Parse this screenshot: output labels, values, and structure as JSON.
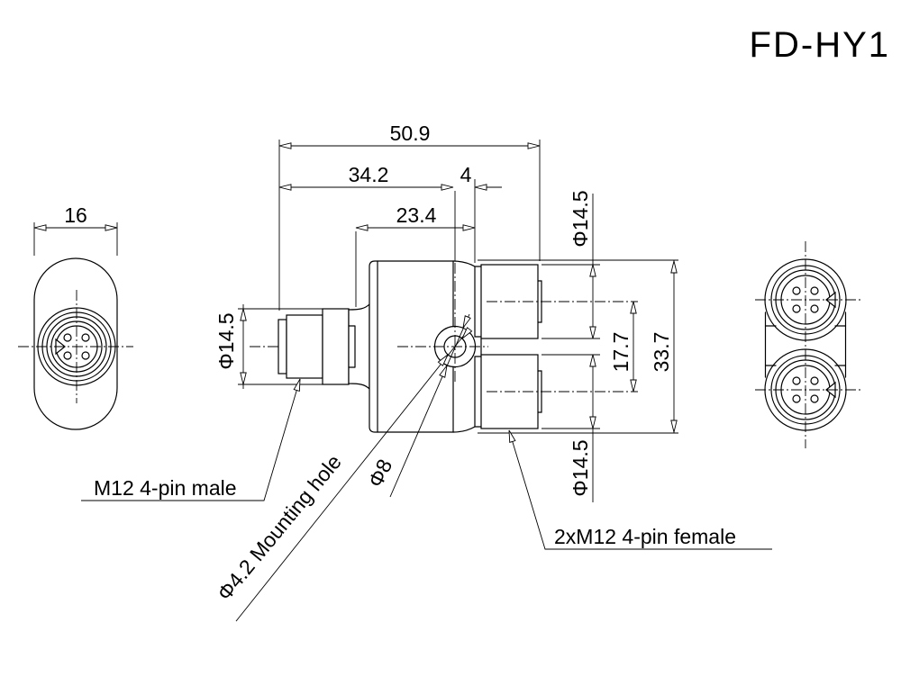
{
  "title": "FD-HY1",
  "dimensions": {
    "overall_length": "50.9",
    "body_length": "34.2",
    "neck_gap": "4",
    "front_to_ports": "23.4",
    "side_width": "16",
    "male_connector_dia": "Φ14.5",
    "female_port_dia_top": "Φ14.5",
    "female_port_dia_bottom": "Φ14.5",
    "port_center_spacing": "17.7",
    "body_height": "33.7"
  },
  "labels": {
    "male_connector": "M12 4-pin male",
    "mounting_hole": "Φ4.2 Mounting hole",
    "center_boss": "Φ8",
    "female_connectors": "2xM12 4-pin female"
  },
  "colors": {
    "line": "#000000",
    "background": "#ffffff"
  }
}
